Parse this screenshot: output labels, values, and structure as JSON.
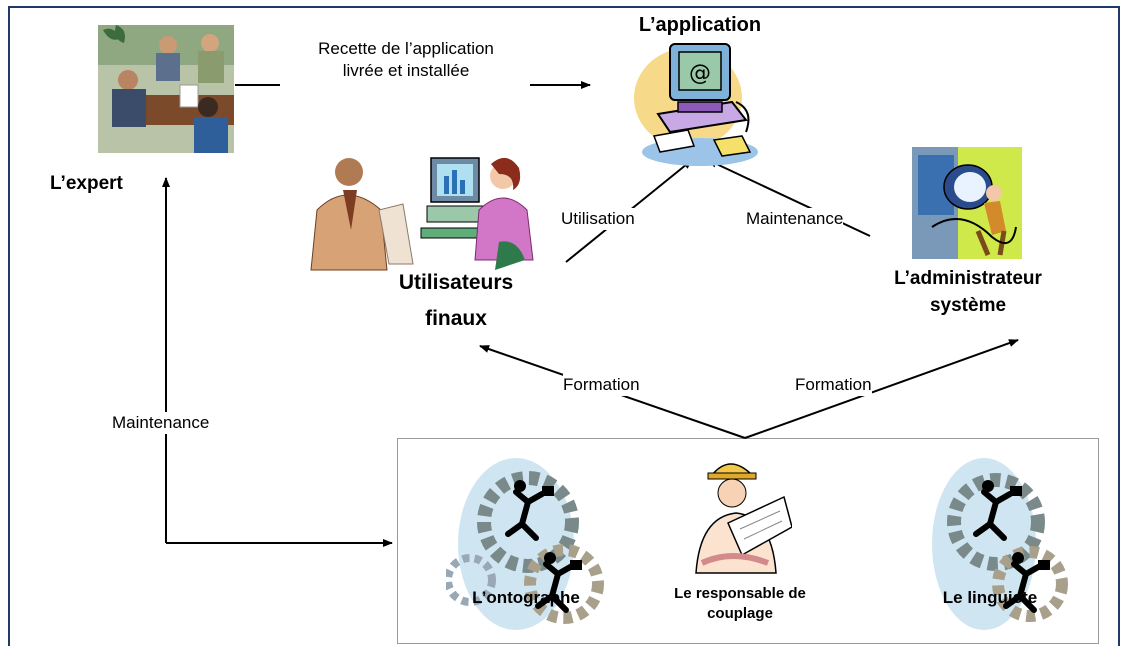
{
  "nodes": {
    "expert": "L’expert",
    "application": "L’application",
    "end_users_line1": "Utilisateurs",
    "end_users_line2": "finaux",
    "sysadmin_line1": "L’administrateur",
    "sysadmin_line2": "système",
    "ontographer": "L’ontographe",
    "coupling_line1": "Le responsable de",
    "coupling_line2": "couplage",
    "linguist": "Le linguiste"
  },
  "edges": {
    "delivery_line1": "Recette de l’application",
    "delivery_line2": "livrée et installée",
    "usage": "Utilisation",
    "maintenance_app": "Maintenance",
    "training_users": "Formation",
    "training_admin": "Formation",
    "maintenance_expert": "Maintenance"
  },
  "colors": {
    "frame": "#1f3a68",
    "team_box_border": "#9a9a9a",
    "arrow": "#000000"
  },
  "icons": [
    "meeting-clipart-icon",
    "computer-clipart-icon",
    "office-workers-clipart-icon",
    "network-admin-clipart-icon",
    "gear-runner-clipart-icon",
    "engineer-blueprint-clipart-icon"
  ]
}
